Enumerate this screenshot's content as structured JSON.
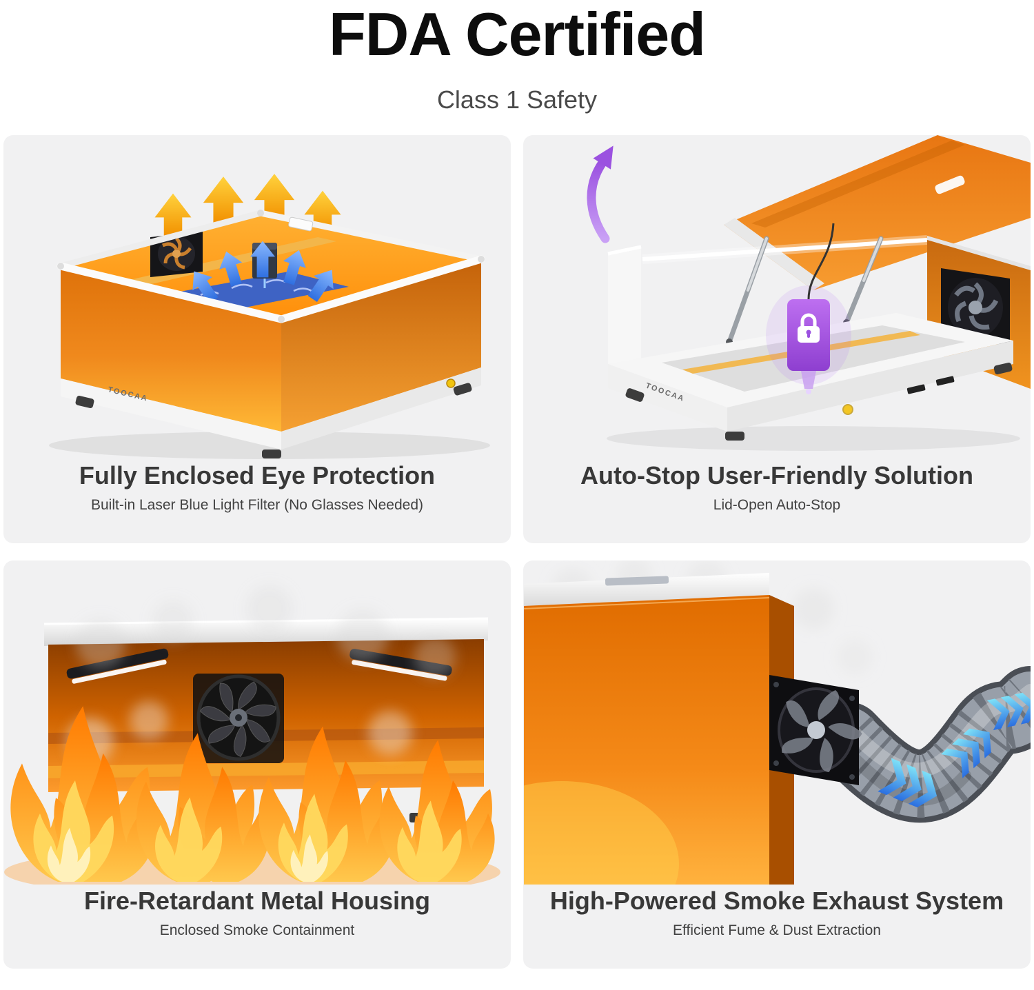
{
  "header": {
    "title": "FDA Certified",
    "subtitle": "Class 1 Safety"
  },
  "panels": [
    {
      "id": "eye-protection",
      "heading": "Fully Enclosed Eye Protection",
      "subtext": "Built-in Laser Blue Light Filter (No Glasses Needed)",
      "icons": [
        "airflow-up-arrows-icon",
        "internal-airflow-arrows-icon",
        "fan-icon"
      ]
    },
    {
      "id": "auto-stop",
      "heading": "Auto-Stop User-Friendly Solution",
      "subtext": "Lid-Open Auto-Stop",
      "icons": [
        "lid-open-arrow-icon",
        "lock-icon",
        "fan-icon"
      ]
    },
    {
      "id": "fire-retardant",
      "heading": "Fire-Retardant Metal Housing",
      "subtext": "Enclosed Smoke Containment",
      "icons": [
        "flame-icon",
        "fan-icon",
        "smoke-icon"
      ]
    },
    {
      "id": "smoke-exhaust",
      "heading": "High-Powered Smoke Exhaust System",
      "subtext": "Efficient Fume & Dust Extraction",
      "icons": [
        "exhaust-fan-icon",
        "duct-hose-icon",
        "airflow-chevrons-icon",
        "smoke-icon"
      ]
    }
  ],
  "brand": "TOOCAA",
  "colors": {
    "panel_bg": "#F1F1F2",
    "accent_orange": "#F07D14",
    "deep_orange": "#D96A00",
    "arrow_yellow": "#F7B500",
    "arrow_blue": "#2F7DE8",
    "purple": "#A05CE8",
    "flame_orange": "#FF8A00",
    "title_text": "#0D0D0D",
    "heading_text": "#383838",
    "subtext_text": "#414141"
  }
}
